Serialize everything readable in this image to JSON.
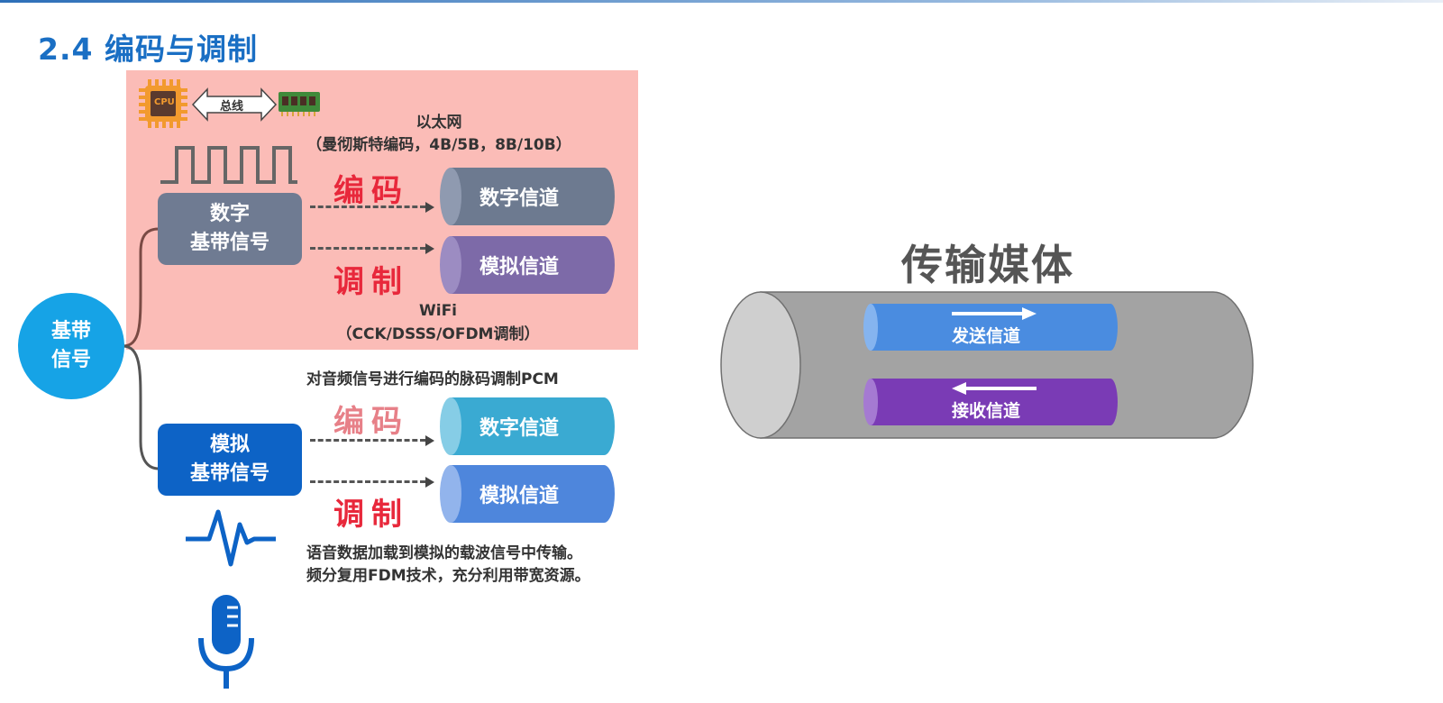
{
  "slide": {
    "title": "2.4 编码与调制"
  },
  "root": {
    "label": "基带\n信号"
  },
  "digital": {
    "icons": {
      "cpu_label": "CPU",
      "bus_label": "总线"
    },
    "ethernet_note": [
      "以太网",
      "（曼彻斯特编码，4B/5B，8B/10B）"
    ],
    "source_label": "数字\n基带信号",
    "encode_label": "编码",
    "modulate_label": "调制",
    "channel_digital": "数字信道",
    "channel_analog": "模拟信道",
    "wifi_note": [
      "WiFi",
      "（CCK/DSSS/OFDM调制）"
    ]
  },
  "analog": {
    "pcm_note": "对音频信号进行编码的脉码调制PCM",
    "source_label": "模拟\n基带信号",
    "encode_label": "编码",
    "modulate_label": "调制",
    "channel_digital": "数字信道",
    "channel_analog": "模拟信道",
    "fdm_note": [
      "语音数据加载到模拟的载波信号中传输。",
      "频分复用FDM技术，充分利用带宽资源。"
    ]
  },
  "medium": {
    "title": "传输媒体",
    "send_channel": "发送信道",
    "receive_channel": "接收信道"
  },
  "colors": {
    "title_blue": "#1a6fc4",
    "pink_panel": "#fbbcb7",
    "root_blue": "#16a3e6",
    "digital_box": "#6f7b92",
    "analog_box": "#0d63c6",
    "cyl_gray": "#6d7a90",
    "cyl_purple": "#7d6aa8",
    "cyl_teal": "#3aaad2",
    "cyl_blue": "#4e86dc",
    "red": "#e8283b",
    "send_blue": "#4a8ce0",
    "receive_purple": "#7a3bb5"
  }
}
